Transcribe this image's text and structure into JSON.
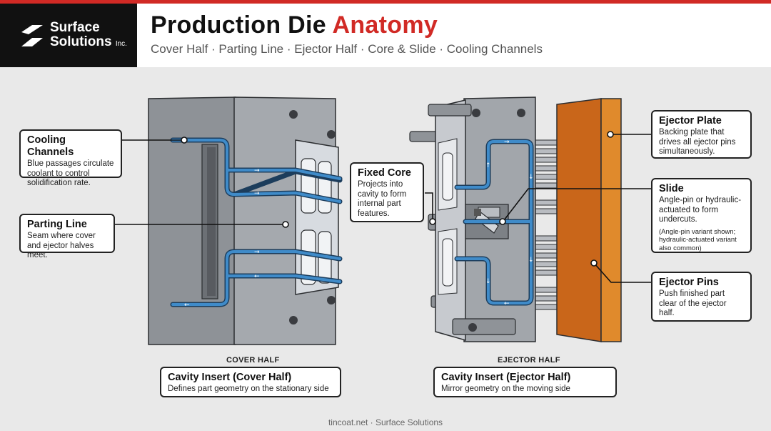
{
  "logo": {
    "line1": "Surface",
    "line2": "Solutions",
    "suffix": "Inc."
  },
  "header": {
    "title_main": "Production Die",
    "title_accent": "Anatomy",
    "subtitle": "Cover Half · Parting Line · Ejector Half · Core & Slide · Cooling Channels"
  },
  "colors": {
    "accent": "#d12a25",
    "coolant": "#2f6fa3",
    "ejector_plate": "#d9771d",
    "steel": "#9da1a7"
  },
  "callouts": {
    "cooling": {
      "title": "Cooling Channels",
      "body": "Blue passages circulate coolant to control solidification rate."
    },
    "parting": {
      "title": "Parting Line",
      "body": "Seam where cover and ejector halves meet."
    },
    "core": {
      "title": "Fixed Core",
      "body": "Projects into cavity to form internal part features."
    },
    "plate": {
      "title": "Ejector Plate",
      "body": "Backing plate that drives all ejector pins simultaneously."
    },
    "slide": {
      "title": "Slide",
      "body": "Angle-pin or hydraulic-actuated to form undercuts.",
      "note": "(Angle-pin variant shown; hydraulic-actuated variant also common)"
    },
    "pins": {
      "title": "Ejector Pins",
      "body": "Push finished part clear of the ejector half."
    },
    "cavity_cover": {
      "title": "Cavity Insert (Cover Half)",
      "body": "Defines part geometry on the stationary side"
    },
    "cavity_ejector": {
      "title": "Cavity Insert (Ejector Half)",
      "body": "Mirror geometry on the moving side"
    }
  },
  "labels": {
    "cover_half": "COVER HALF",
    "ejector_half": "EJECTOR HALF"
  },
  "footer": "tincoat.net · Surface Solutions"
}
